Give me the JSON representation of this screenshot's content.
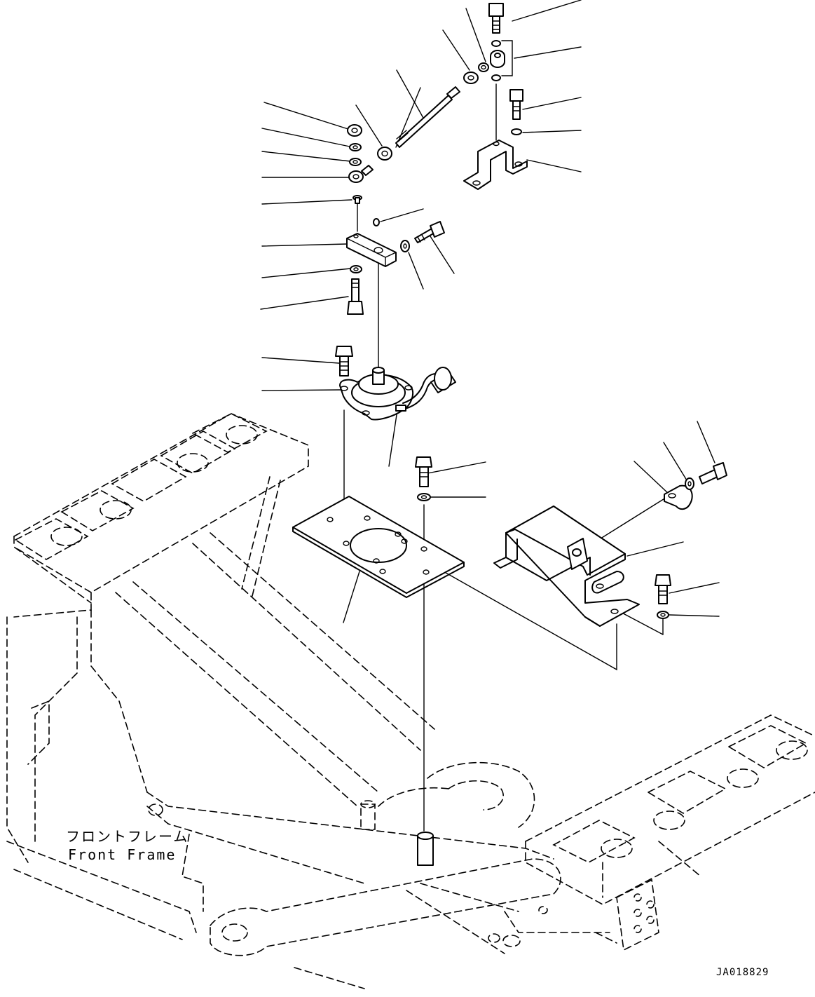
{
  "labels": {
    "frame_jp": "フロントフレーム",
    "frame_en": "Front Frame",
    "drawing_code": "JA018829"
  }
}
